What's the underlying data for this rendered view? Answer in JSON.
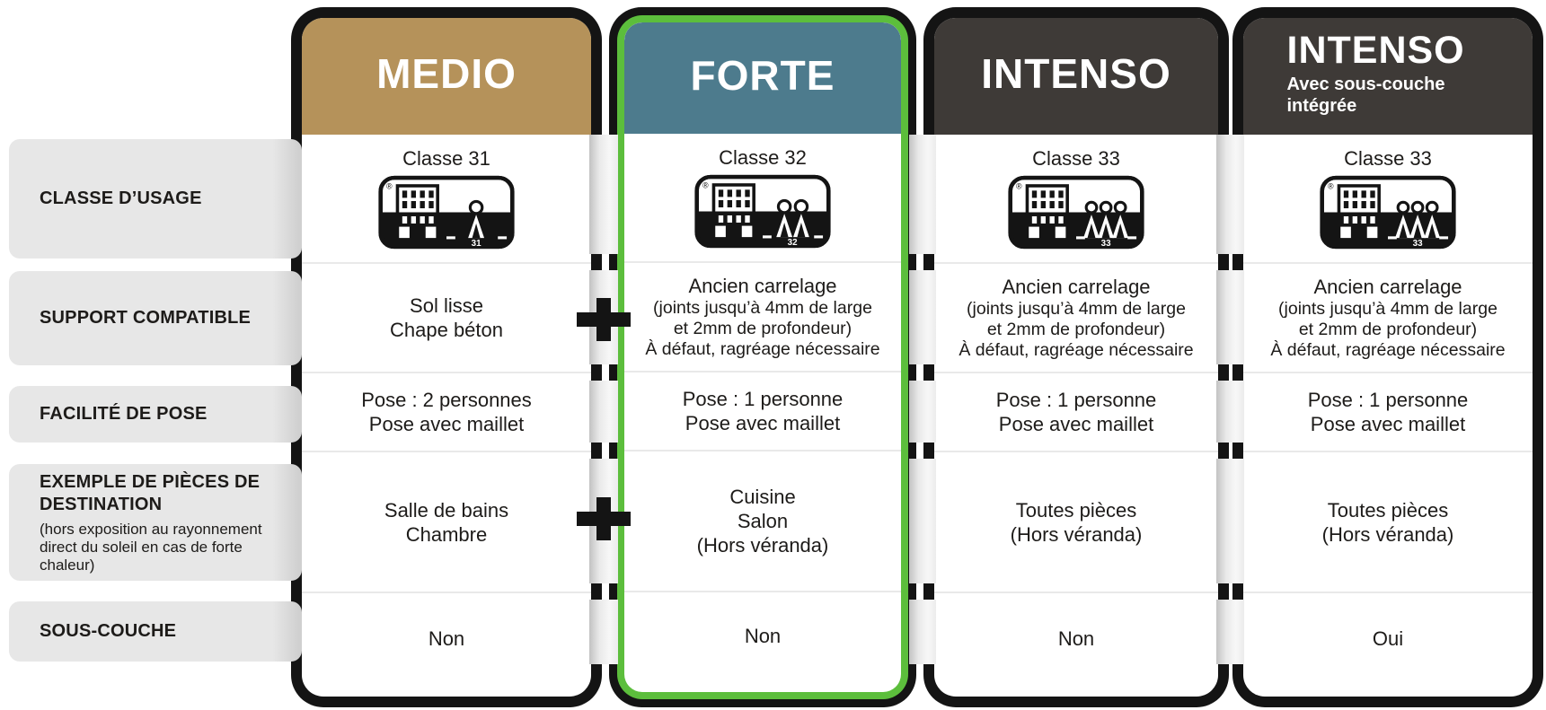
{
  "palette": {
    "medio_header": "#b5925a",
    "forte_header": "#4d7b8d",
    "intenso_header": "#3e3a37",
    "highlight_green": "#5cbe3c",
    "border_black": "#141414",
    "band_gray": "#e7e7e7"
  },
  "row_labels": [
    {
      "title": "CLASSE D’USAGE",
      "note": ""
    },
    {
      "title": "SUPPORT COMPATIBLE",
      "note": ""
    },
    {
      "title": "FACILITÉ DE POSE",
      "note": ""
    },
    {
      "title": "EXEMPLE DE PIÈCES DE DESTINATION",
      "note": "(hors exposition au rayonnement direct du soleil en cas de forte chaleur)"
    },
    {
      "title": "SOUS-COUCHE",
      "note": ""
    }
  ],
  "plus_connector": "+",
  "products": [
    {
      "name": "MEDIO",
      "subtitle": "",
      "header_color": "#b5925a",
      "highlighted": false,
      "classe_label": "Classe 31",
      "classe_number": "31",
      "persons": 1,
      "support_main": [
        "Sol lisse",
        "Chape béton"
      ],
      "support_details": [],
      "pose": [
        "Pose : 2 personnes",
        "Pose avec maillet"
      ],
      "pieces": [
        "Salle de bains",
        "Chambre"
      ],
      "sous_couche": "Non"
    },
    {
      "name": "FORTE",
      "subtitle": "",
      "header_color": "#4d7b8d",
      "highlighted": true,
      "classe_label": "Classe 32",
      "classe_number": "32",
      "persons": 2,
      "support_main": [
        "Ancien carrelage"
      ],
      "support_details": [
        "(joints jusqu’à 4mm de large",
        "et 2mm de profondeur)",
        "À défaut, ragréage nécessaire"
      ],
      "pose": [
        "Pose : 1 personne",
        "Pose avec maillet"
      ],
      "pieces": [
        "Cuisine",
        "Salon",
        "(Hors véranda)"
      ],
      "sous_couche": "Non"
    },
    {
      "name": "INTENSO",
      "subtitle": "",
      "header_color": "#3e3a37",
      "highlighted": false,
      "classe_label": "Classe 33",
      "classe_number": "33",
      "persons": 3,
      "support_main": [
        "Ancien carrelage"
      ],
      "support_details": [
        "(joints jusqu’à 4mm de large",
        "et 2mm de profondeur)",
        "À défaut, ragréage nécessaire"
      ],
      "pose": [
        "Pose : 1 personne",
        "Pose avec maillet"
      ],
      "pieces": [
        "Toutes pièces",
        "(Hors véranda)"
      ],
      "sous_couche": "Non"
    },
    {
      "name": "INTENSO",
      "subtitle": "Avec sous-couche intégrée",
      "header_color": "#3e3a37",
      "highlighted": false,
      "classe_label": "Classe 33",
      "classe_number": "33",
      "persons": 3,
      "support_main": [
        "Ancien carrelage"
      ],
      "support_details": [
        "(joints jusqu’à 4mm de large",
        "et 2mm de profondeur)",
        "À défaut, ragréage nécessaire"
      ],
      "pose": [
        "Pose : 1 personne",
        "Pose avec maillet"
      ],
      "pieces": [
        "Toutes pièces",
        "(Hors véranda)"
      ],
      "sous_couche": "Oui"
    }
  ]
}
